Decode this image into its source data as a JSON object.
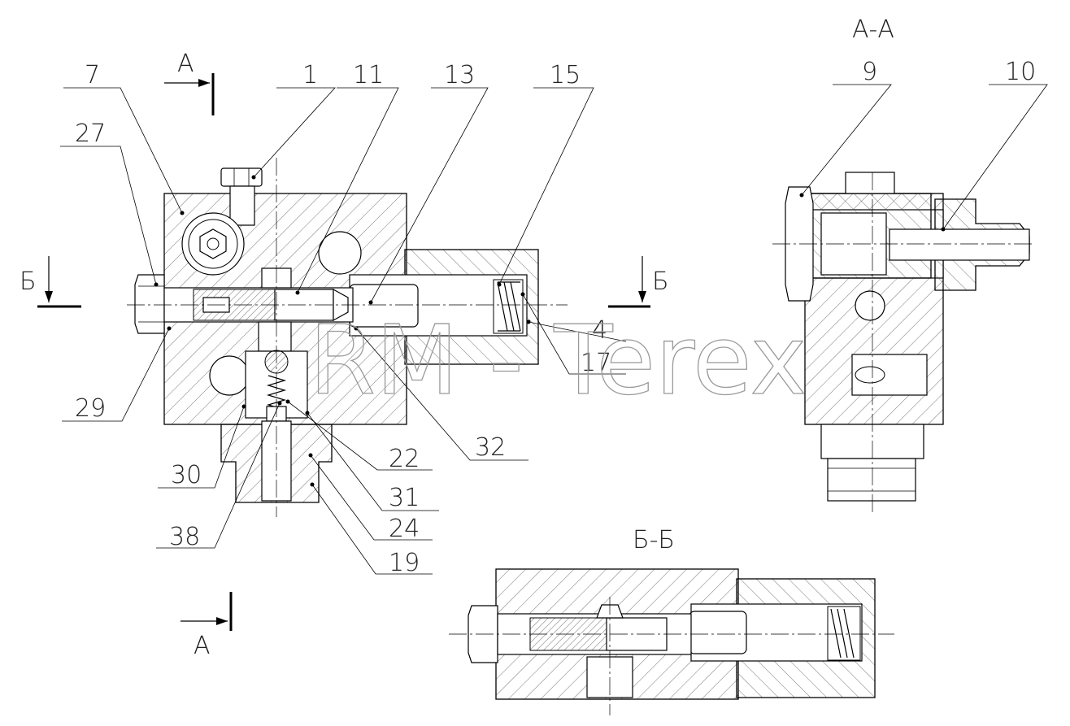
{
  "callouts": [
    {
      "id": "c7",
      "text": "7"
    },
    {
      "id": "c1",
      "text": "1"
    },
    {
      "id": "c11",
      "text": "11"
    },
    {
      "id": "c13",
      "text": "13"
    },
    {
      "id": "c15",
      "text": "15"
    },
    {
      "id": "c27",
      "text": "27"
    },
    {
      "id": "c4",
      "text": "4"
    },
    {
      "id": "c17",
      "text": "17"
    },
    {
      "id": "c29",
      "text": "29"
    },
    {
      "id": "c32",
      "text": "32"
    },
    {
      "id": "c22",
      "text": "22"
    },
    {
      "id": "c30",
      "text": "30"
    },
    {
      "id": "c31",
      "text": "31"
    },
    {
      "id": "c24",
      "text": "24"
    },
    {
      "id": "c38",
      "text": "38"
    },
    {
      "id": "c19",
      "text": "19"
    },
    {
      "id": "c9",
      "text": "9"
    },
    {
      "id": "c10",
      "text": "10"
    }
  ],
  "section_marks": {
    "a_top": "А",
    "a_bottom": "А",
    "b_left": "Б",
    "b_right": "Б"
  },
  "section_titles": {
    "aa": "А-А",
    "bb": "Б-Б"
  },
  "watermark": "RM - Terex"
}
